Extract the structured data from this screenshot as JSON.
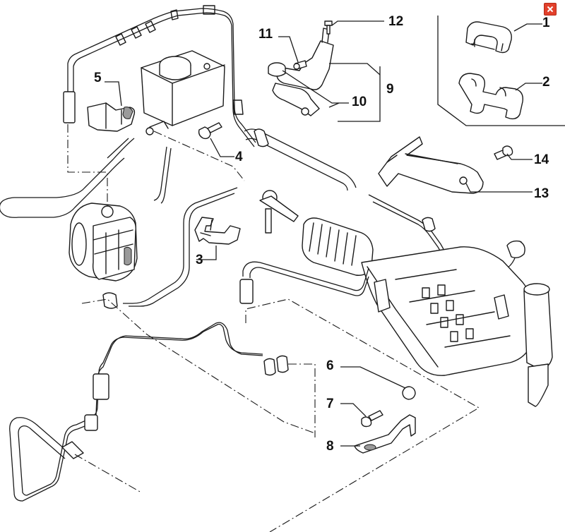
{
  "window": {
    "close_icon": "close-icon",
    "close_color": "#e2402b"
  },
  "callouts": {
    "c1": "1",
    "c2": "2",
    "c3": "3",
    "c4": "4",
    "c5": "5",
    "c6": "6",
    "c7": "7",
    "c8": "8",
    "c9": "9",
    "c10": "10",
    "c11": "11",
    "c12": "12",
    "c13": "13",
    "c14": "14"
  }
}
